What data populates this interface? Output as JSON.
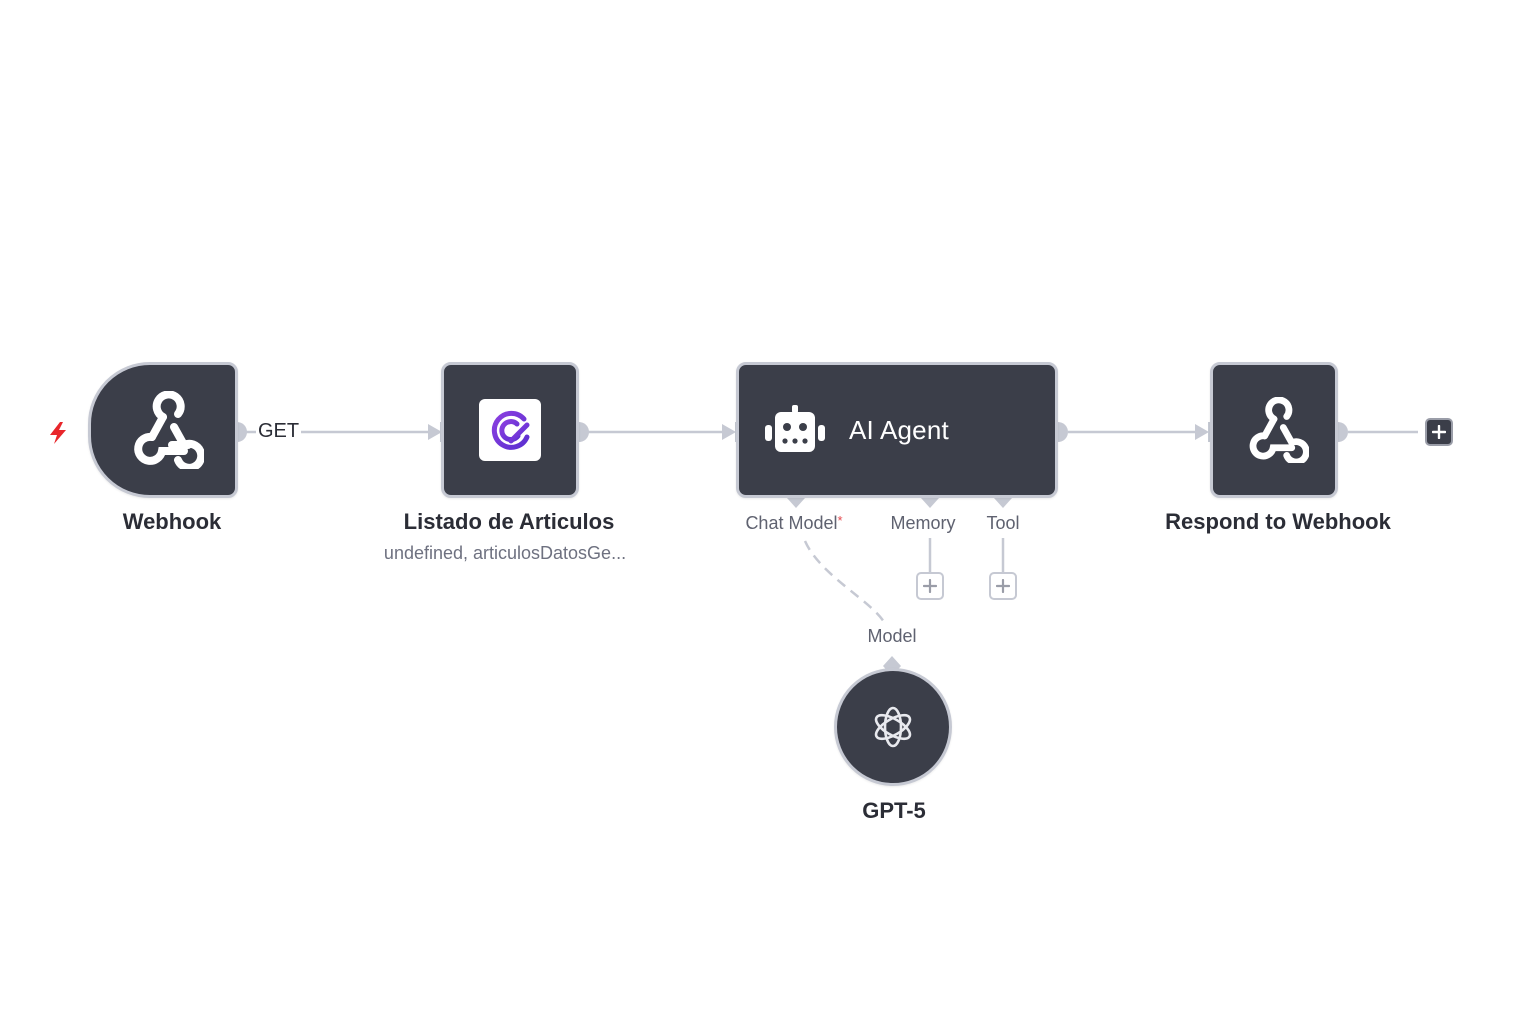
{
  "canvas": {
    "background": "#ffffff",
    "node_fill": "#3b3e49",
    "node_border": "#c6c9d3",
    "wire_color": "#c6c9d3",
    "trigger_bolt_color": "#e8262b"
  },
  "nodes": {
    "webhook": {
      "label": "Webhook",
      "icon": "webhook-icon",
      "trigger": true
    },
    "listado": {
      "label": "Listado de Articulos",
      "subtitle": "undefined, articulosDatosGe...",
      "icon": "app-logo-icon"
    },
    "agent": {
      "label": "AI Agent",
      "icon": "robot-icon",
      "ports": {
        "chat_model": "Chat Model",
        "chat_model_required": "*",
        "memory": "Memory",
        "tool": "Tool"
      }
    },
    "respond": {
      "label": "Respond to Webhook",
      "icon": "webhook-icon"
    },
    "gpt": {
      "label": "GPT-5",
      "icon": "openai-icon",
      "port": "Model"
    }
  },
  "edges": {
    "webhook_to_listado": {
      "label": "GET"
    }
  }
}
